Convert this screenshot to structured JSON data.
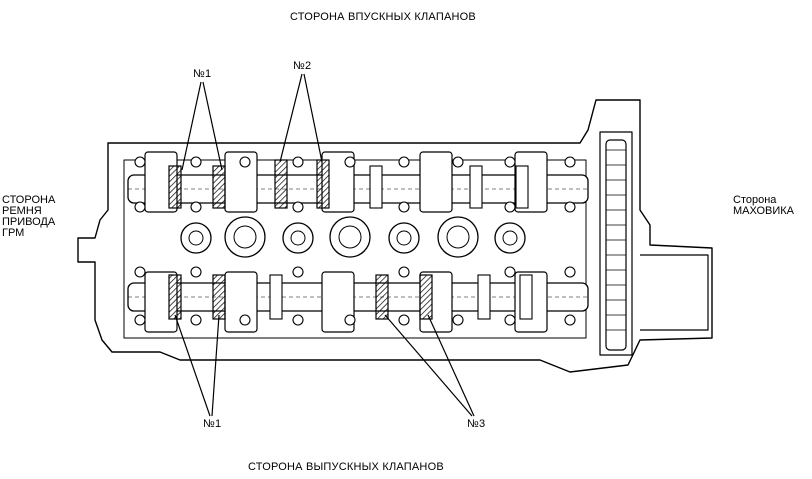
{
  "labels": {
    "top": "СТОРОНА ВПУСКНЫХ КЛАПАНОВ",
    "bottom": "СТОРОНА ВЫПУСКНЫХ КЛАПАНОВ",
    "left": [
      "СТОРОНА",
      "РЕМНЯ",
      "ПРИВОДА",
      "ГРМ"
    ],
    "right": [
      "Сторона",
      "МАХОВИКА"
    ]
  },
  "callouts": {
    "n1_top": "№1",
    "n2_top": "№2",
    "n1_bottom": "№1",
    "n3_bottom": "№3"
  }
}
